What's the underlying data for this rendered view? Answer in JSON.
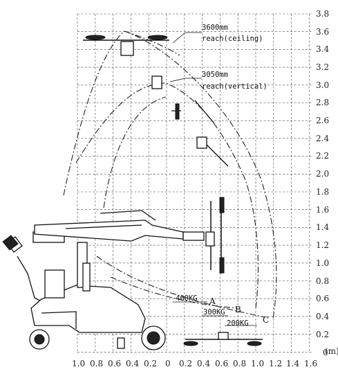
{
  "y_axis": {
    "unit": "(m)",
    "ticks": [
      "3.8",
      "3.6",
      "3.4",
      "3.2",
      "3.0",
      "2.8",
      "2.6",
      "2.4",
      "2.2",
      "2.0",
      "1.8",
      "1.6",
      "1.4",
      "1.2",
      "1.0",
      "0.8",
      "0.6",
      "0.4",
      "0.2",
      "0"
    ]
  },
  "x_axis": {
    "ticks": [
      "1.0",
      "0.8",
      "0.6",
      "0.4",
      "0.2",
      "0",
      "0.2",
      "0.4",
      "0.6",
      "0.8",
      "1.0",
      "1.2",
      "1.4",
      "1.6"
    ]
  },
  "annotations": {
    "ceiling_line1": "3600mm",
    "ceiling_line2": "reach(ceiling)",
    "vertical_line1": "3050mm",
    "vertical_line2": "reach(vertical)"
  },
  "load_zones": [
    {
      "label": "400KG",
      "zone": "A"
    },
    {
      "label": "300KG",
      "zone": "B"
    },
    {
      "label": "200KG",
      "zone": "C"
    }
  ]
}
